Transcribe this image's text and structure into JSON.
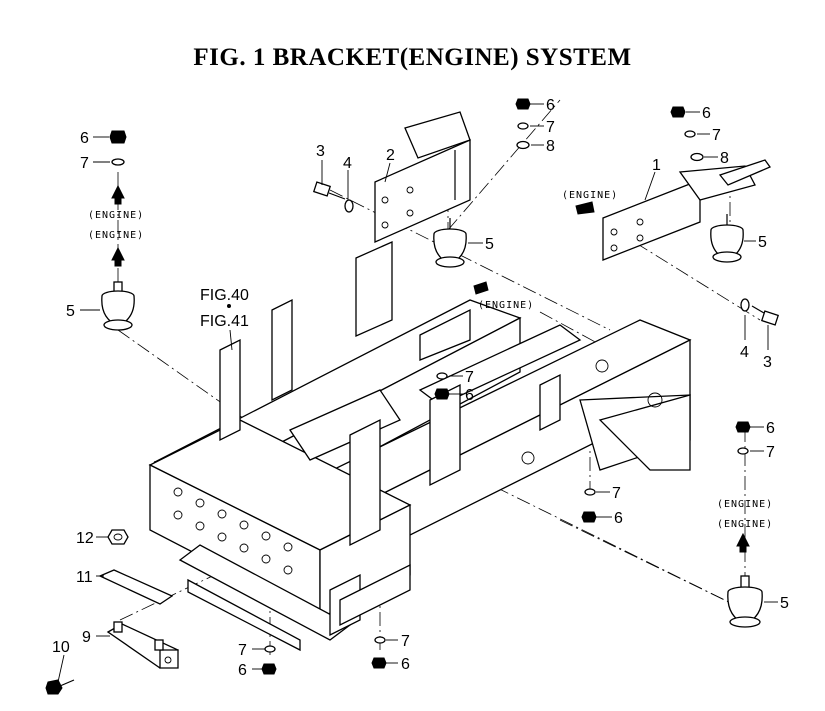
{
  "title": "FIG. 1  BRACKET(ENGINE) SYSTEM",
  "references": {
    "fig_a": "FIG.40",
    "fig_b": "FIG.41"
  },
  "engine_label": "(ENGINE)",
  "callouts": {
    "n1": "1",
    "n2": "2",
    "n3": "3",
    "n4": "4",
    "n5": "5",
    "n6": "6",
    "n7": "7",
    "n8": "8",
    "n9": "9",
    "n10": "10",
    "n11": "11",
    "n12": "12"
  },
  "colors": {
    "ink": "#000000",
    "paper": "#ffffff"
  }
}
